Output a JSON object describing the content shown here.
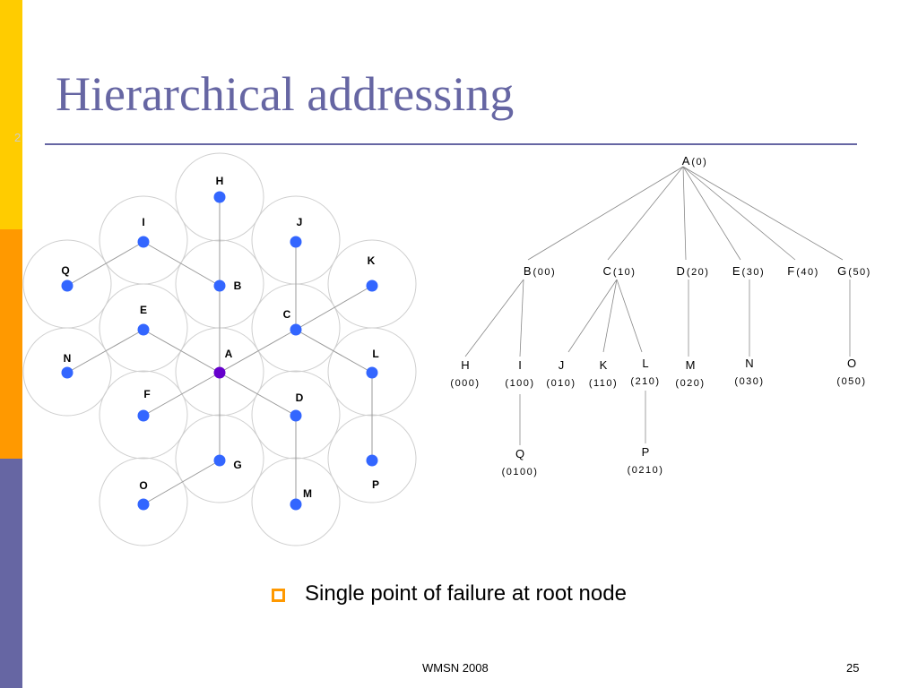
{
  "slide": {
    "title": "Hierarchical addressing",
    "bullet": "Single point of failure at root node",
    "footer_center": "WMSN 2008",
    "footer_right": "25",
    "side_number": "2"
  },
  "colors": {
    "title": "#6666A3",
    "sidebar": [
      "#FFCC00",
      "#FF9900",
      "#6666A3"
    ],
    "node": "#3366FF",
    "root_node": "#6600CC",
    "bullet": "#FF9900"
  },
  "cell_network": {
    "nodes": [
      {
        "id": "H",
        "label": "H"
      },
      {
        "id": "I",
        "label": "I"
      },
      {
        "id": "J",
        "label": "J"
      },
      {
        "id": "Q",
        "label": "Q"
      },
      {
        "id": "B",
        "label": "B"
      },
      {
        "id": "K",
        "label": "K"
      },
      {
        "id": "E",
        "label": "E"
      },
      {
        "id": "C",
        "label": "C"
      },
      {
        "id": "N",
        "label": "N"
      },
      {
        "id": "A",
        "label": "A",
        "root": true
      },
      {
        "id": "L",
        "label": "L"
      },
      {
        "id": "F",
        "label": "F"
      },
      {
        "id": "D",
        "label": "D"
      },
      {
        "id": "G",
        "label": "G"
      },
      {
        "id": "P",
        "label": "P"
      },
      {
        "id": "O",
        "label": "O"
      },
      {
        "id": "M",
        "label": "M"
      }
    ],
    "links": [
      [
        "A",
        "B"
      ],
      [
        "B",
        "H"
      ],
      [
        "B",
        "I"
      ],
      [
        "I",
        "Q"
      ],
      [
        "A",
        "C"
      ],
      [
        "C",
        "J"
      ],
      [
        "C",
        "K"
      ],
      [
        "C",
        "L"
      ],
      [
        "L",
        "P"
      ],
      [
        "A",
        "D"
      ],
      [
        "D",
        "M"
      ],
      [
        "A",
        "E"
      ],
      [
        "E",
        "N"
      ],
      [
        "A",
        "F"
      ],
      [
        "A",
        "G"
      ],
      [
        "G",
        "O"
      ]
    ]
  },
  "tree": {
    "nodes": [
      {
        "id": "A",
        "name": "A",
        "addr": "(0)"
      },
      {
        "id": "B",
        "name": "B",
        "addr": "(00)"
      },
      {
        "id": "C",
        "name": "C",
        "addr": "(10)"
      },
      {
        "id": "D",
        "name": "D",
        "addr": "(20)"
      },
      {
        "id": "E",
        "name": "E",
        "addr": "(30)"
      },
      {
        "id": "F",
        "name": "F",
        "addr": "(40)"
      },
      {
        "id": "G",
        "name": "G",
        "addr": "(50)"
      },
      {
        "id": "H",
        "name": "H",
        "addr": "(000)"
      },
      {
        "id": "I",
        "name": "I",
        "addr": "(100)"
      },
      {
        "id": "J",
        "name": "J",
        "addr": "(010)"
      },
      {
        "id": "K",
        "name": "K",
        "addr": "(110)"
      },
      {
        "id": "L",
        "name": "L",
        "addr": "(210)"
      },
      {
        "id": "M",
        "name": "M",
        "addr": "(020)"
      },
      {
        "id": "N",
        "name": "N",
        "addr": "(030)"
      },
      {
        "id": "O",
        "name": "O",
        "addr": "(050)"
      },
      {
        "id": "Q",
        "name": "Q",
        "addr": "(0100)"
      },
      {
        "id": "P",
        "name": "P",
        "addr": "(0210)"
      }
    ],
    "edges": [
      [
        "A",
        "B"
      ],
      [
        "A",
        "C"
      ],
      [
        "A",
        "D"
      ],
      [
        "A",
        "E"
      ],
      [
        "A",
        "F"
      ],
      [
        "A",
        "G"
      ],
      [
        "B",
        "H"
      ],
      [
        "B",
        "I"
      ],
      [
        "C",
        "J"
      ],
      [
        "C",
        "K"
      ],
      [
        "C",
        "L"
      ],
      [
        "D",
        "M"
      ],
      [
        "E",
        "N"
      ],
      [
        "G",
        "O"
      ],
      [
        "I",
        "Q"
      ],
      [
        "L",
        "P"
      ]
    ]
  }
}
